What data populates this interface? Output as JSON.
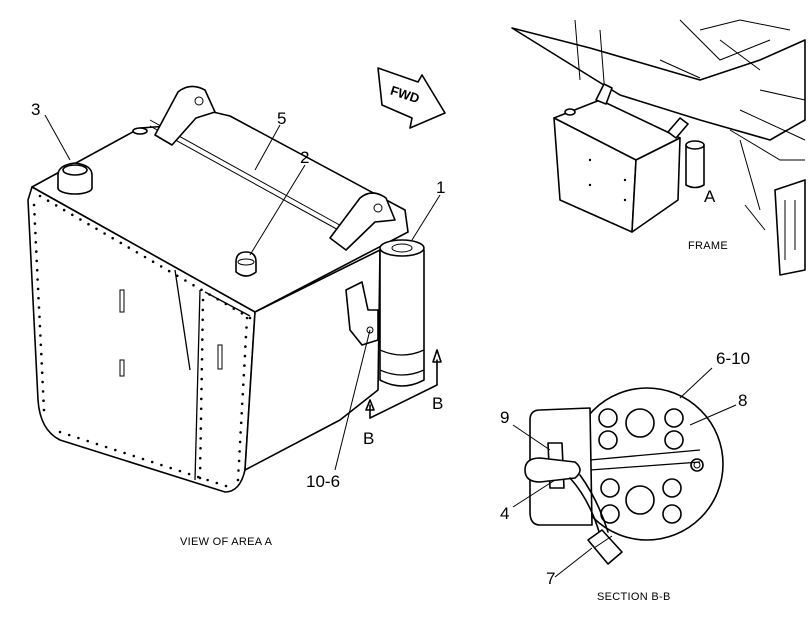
{
  "callouts": {
    "c1": "1",
    "c2": "2",
    "c3": "3",
    "c5": "5",
    "c10_6": "10-6",
    "cB1": "B",
    "cB2": "B",
    "cA": "A",
    "c6_10": "6-10",
    "c8": "8",
    "c9": "9",
    "c4": "4",
    "c7": "7"
  },
  "captions": {
    "view_area_a": "VIEW OF AREA A",
    "section_bb": "SECTION B-B",
    "frame": "FRAME"
  },
  "direction": {
    "fwd": "FWD"
  }
}
